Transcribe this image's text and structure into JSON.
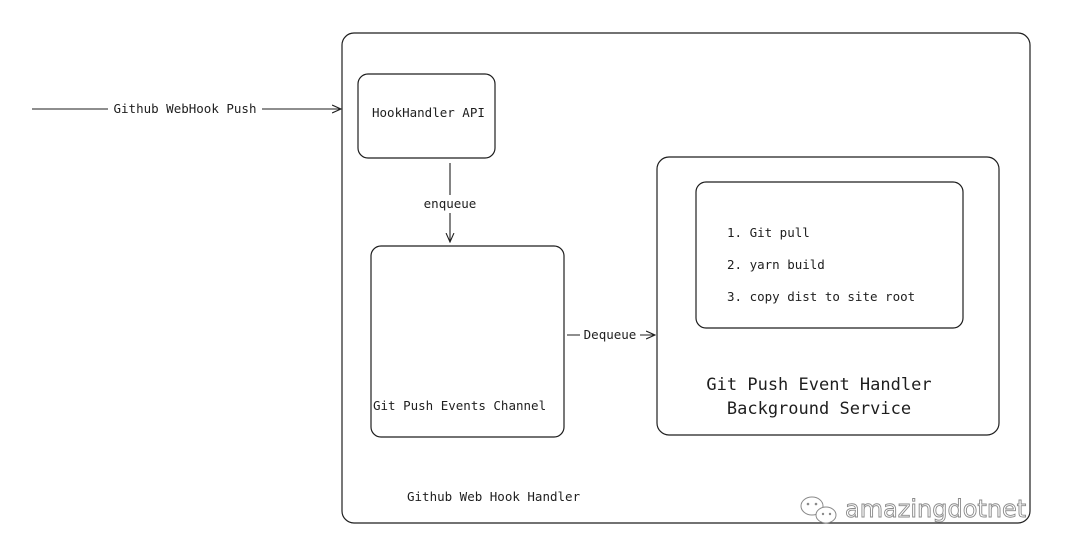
{
  "diagram": {
    "nodes": {
      "outer_label": "Github Web Hook Handler",
      "api": "HookHandler API",
      "channel": "Git Push Events Channel",
      "service_line1": "Git Push Event Handler",
      "service_line2": "Background Service",
      "steps": [
        "1. Git pull",
        "2. yarn build",
        "3. copy dist to site root"
      ]
    },
    "edges": {
      "webhook": "Github WebHook Push",
      "enqueue": "enqueue",
      "dequeue": "Dequeue"
    }
  },
  "watermark": {
    "text": "amazingdotnet",
    "icon": "wechat-icon"
  }
}
